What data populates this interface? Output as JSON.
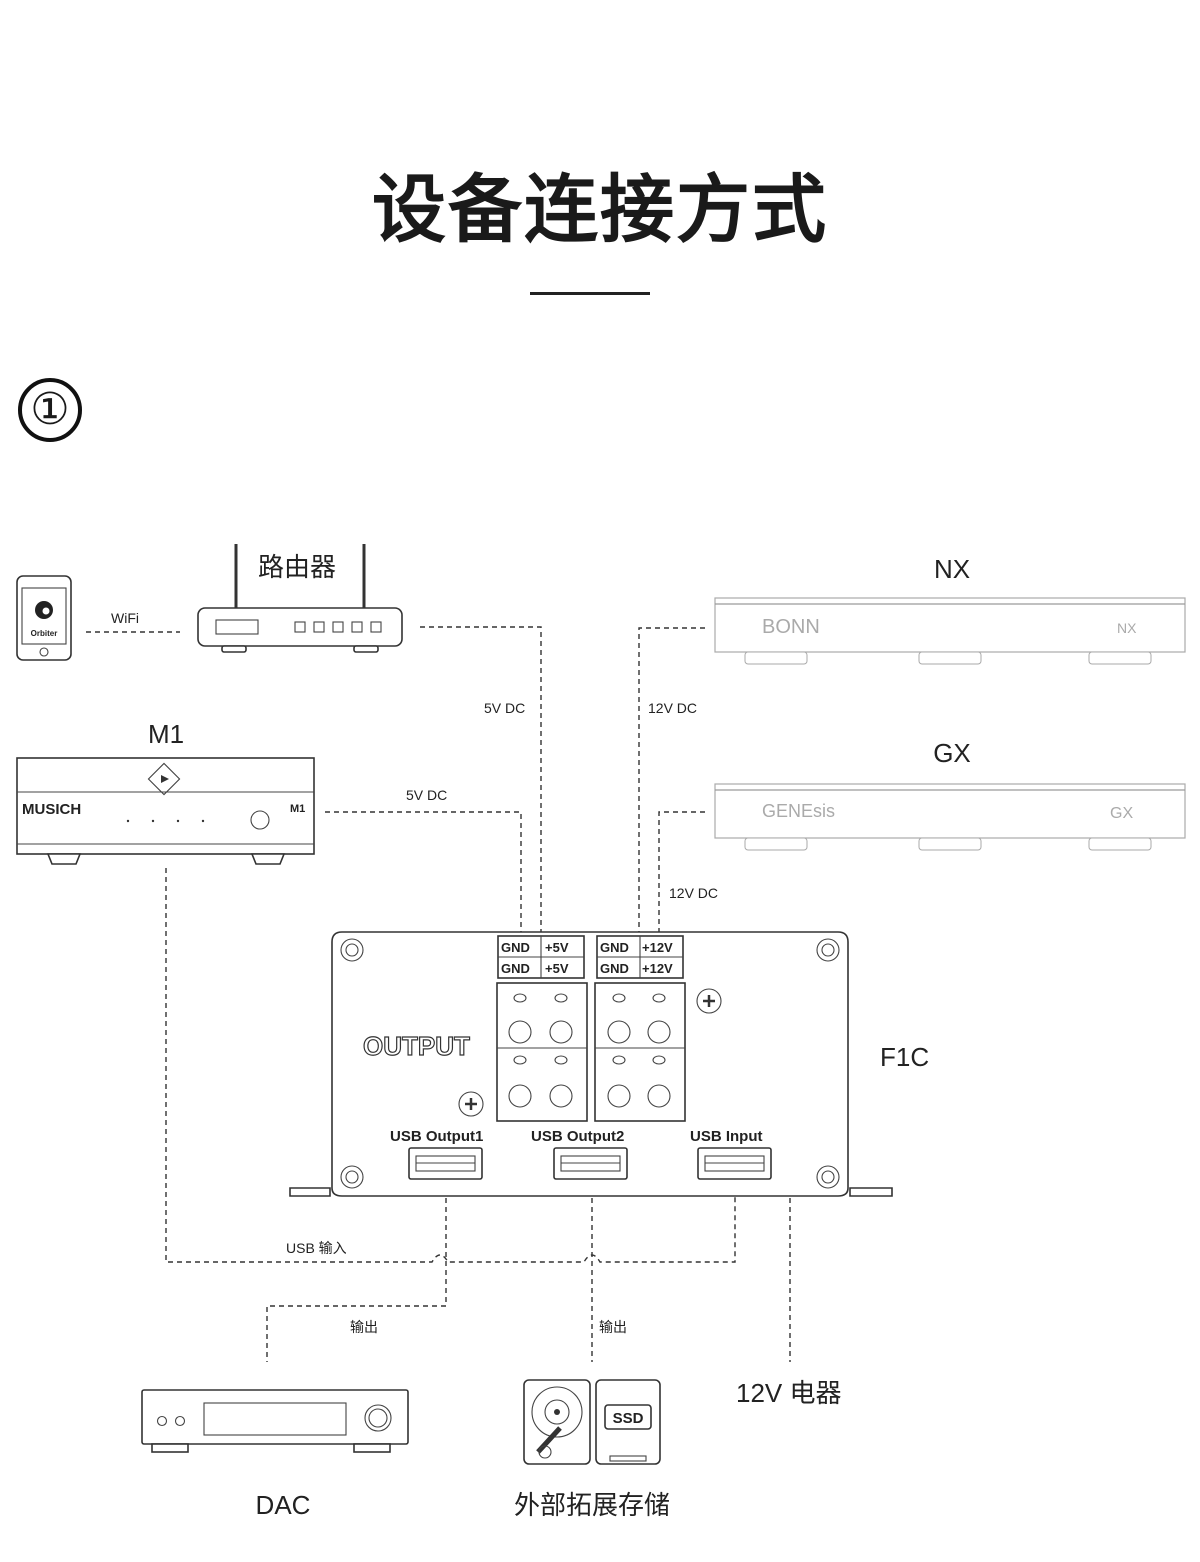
{
  "heading": {
    "title": "设备连接方式",
    "step": "①"
  },
  "devices": {
    "phone_app": "Orbiter",
    "router": "路由器",
    "nx": {
      "label": "NX",
      "brand": "BONN",
      "badge": "NX"
    },
    "gx": {
      "label": "GX",
      "brand": "GENEsis",
      "badge": "GX"
    },
    "m1": {
      "label": "M1",
      "brand": "MUSICH",
      "badge": "M1"
    },
    "f1c": "F1C",
    "dac": "DAC",
    "storage": {
      "label": "外部拓展存储",
      "ssd": "SSD"
    },
    "appliance_12v": "12V 电器"
  },
  "f1c_panel": {
    "output": "OUTPUT",
    "terminals": {
      "gnd": "GND",
      "v5": "+5V",
      "v12": "+12V"
    },
    "usb_out1": "USB  Output1",
    "usb_out2": "USB  Output2",
    "usb_in": "USB  Input"
  },
  "links": {
    "wifi": "WiFi",
    "router_power": "5V DC",
    "m1_power": "5V DC",
    "nx_power": "12V DC",
    "gx_power": "12V DC",
    "usb_input": "USB 输入",
    "dac_output": "输出",
    "storage_output": "输出"
  }
}
